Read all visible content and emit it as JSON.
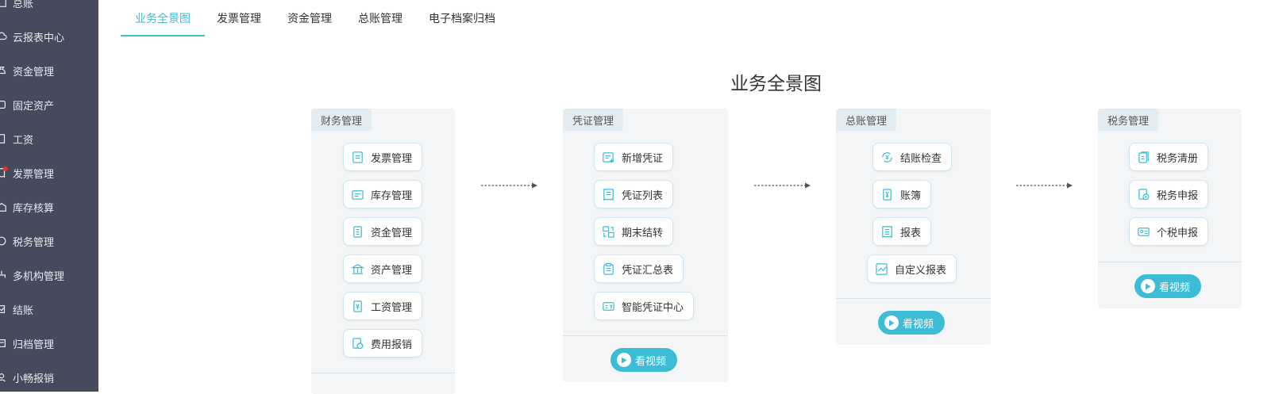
{
  "sidebar": {
    "items": [
      {
        "label": "总账",
        "icon": "ledger-icon"
      },
      {
        "label": "云报表中心",
        "icon": "cloud-report-icon"
      },
      {
        "label": "资金管理",
        "icon": "money-bag-icon"
      },
      {
        "label": "固定资产",
        "icon": "asset-icon"
      },
      {
        "label": "工资",
        "icon": "salary-icon"
      },
      {
        "label": "发票管理",
        "icon": "invoice-icon"
      },
      {
        "label": "库存核算",
        "icon": "warehouse-icon"
      },
      {
        "label": "税务管理",
        "icon": "tax-icon"
      },
      {
        "label": "多机构管理",
        "icon": "multi-org-icon"
      },
      {
        "label": "结账",
        "icon": "checkout-icon"
      },
      {
        "label": "归档管理",
        "icon": "archive-icon"
      },
      {
        "label": "小畅报销",
        "icon": "reimburse-icon"
      }
    ]
  },
  "tabs": [
    {
      "label": "业务全景图",
      "active": true
    },
    {
      "label": "发票管理",
      "active": false
    },
    {
      "label": "资金管理",
      "active": false
    },
    {
      "label": "总账管理",
      "active": false
    },
    {
      "label": "电子档案归档",
      "active": false
    }
  ],
  "page_title": "业务全景图",
  "cards": {
    "finance": {
      "title": "财务管理",
      "items": [
        "发票管理",
        "库存管理",
        "资金管理",
        "资产管理",
        "工资管理",
        "费用报销"
      ]
    },
    "voucher": {
      "title": "凭证管理",
      "items": [
        "新增凭证",
        "凭证列表",
        "期末结转",
        "凭证汇总表",
        "智能凭证中心"
      ],
      "video_label": "看视频"
    },
    "ledger": {
      "title": "总账管理",
      "items": [
        "结账检查",
        "账簿",
        "报表",
        "自定义报表"
      ],
      "video_label": "看视频"
    },
    "tax": {
      "title": "税务管理",
      "items": [
        "税务清册",
        "税务申报",
        "个税申报"
      ],
      "video_label": "看视频"
    }
  },
  "colors": {
    "sidebar_bg": "#454a5c",
    "accent": "#3dbcd6",
    "card_bg": "#f3f5f6",
    "badge_red": "#e8302f"
  }
}
